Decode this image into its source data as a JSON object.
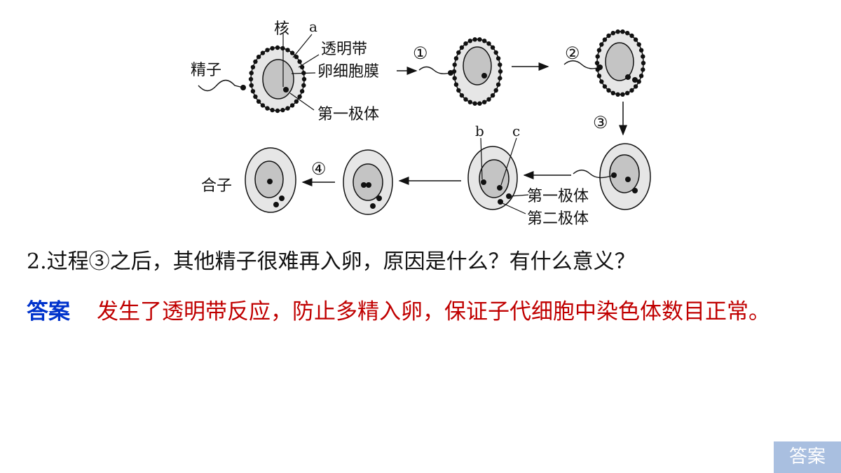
{
  "diagram": {
    "labels": {
      "nucleus": "核",
      "a": "a",
      "zona": "透明带",
      "sperm": "精子",
      "membrane": "卵细胞膜",
      "first_polar_top": "第一极体",
      "step1": "①",
      "step2": "②",
      "step3": "③",
      "step4": "④",
      "b": "b",
      "c": "c",
      "first_polar_bottom": "第一极体",
      "second_polar": "第二极体",
      "zygote": "合子"
    }
  },
  "question": {
    "text": "2.过程③之后，其他精子很难再入卵，原因是什么？有什么意义？"
  },
  "answer": {
    "tag": "答案",
    "text": "发生了透明带反应，防止多精入卵，保证子代细胞中染色体数目正常。"
  },
  "answer_button": {
    "label": "答案"
  }
}
